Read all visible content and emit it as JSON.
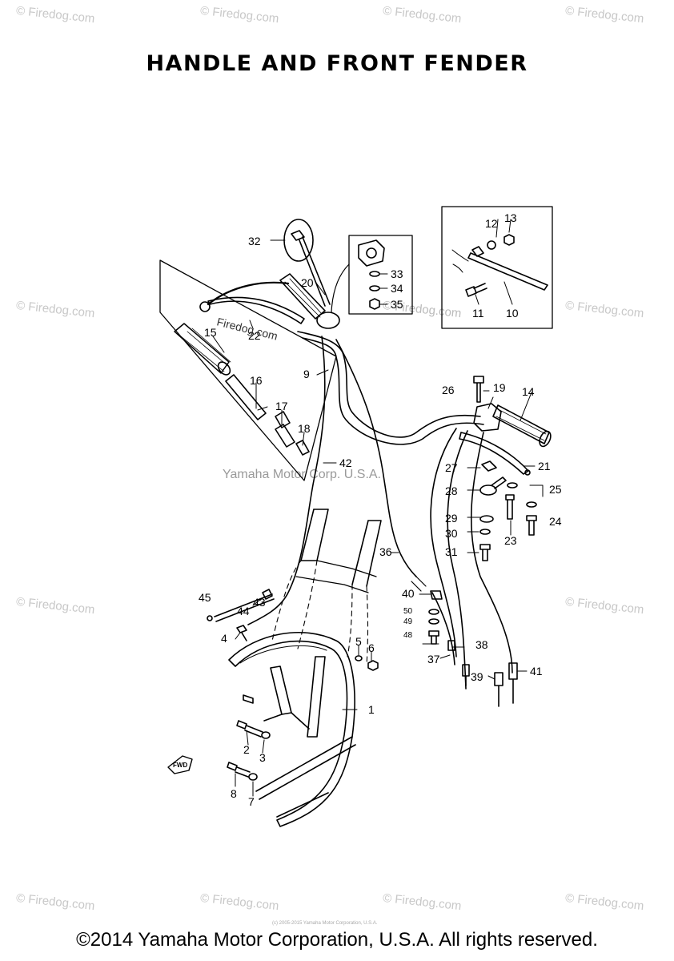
{
  "title": "HANDLE AND FRONT FENDER",
  "watermark_center": "Yamaha Motor Corp. U.S.A.",
  "watermark_repeat": "© Firedog.com",
  "inline_watermark": "Firedog.com",
  "copyright": "©2014 Yamaha Motor Corporation, U.S.A. All rights reserved.",
  "fine_print": "(c) 2005-2015 Yamaha Motor Corporation, U.S.A.",
  "callouts": {
    "c1": "1",
    "c2": "2",
    "c3": "3",
    "c4": "4",
    "c5": "5",
    "c6": "6",
    "c7": "7",
    "c8": "8",
    "c9": "9",
    "c10": "10",
    "c11": "11",
    "c12": "12",
    "c13": "13",
    "c14": "14",
    "c15": "15",
    "c16": "16",
    "c17": "17",
    "c18": "18",
    "c19": "19",
    "c20": "20",
    "c21": "21",
    "c22": "22",
    "c23": "23",
    "c24": "24",
    "c25": "25",
    "c26": "26",
    "c27": "27",
    "c28": "28",
    "c29": "29",
    "c30": "30",
    "c31": "31",
    "c32": "32",
    "c33": "33",
    "c34": "34",
    "c35": "35",
    "c36": "36",
    "c37": "37",
    "c38": "38",
    "c39": "39",
    "c40": "40",
    "c41": "41",
    "c42": "42",
    "c43": "43",
    "c44": "44",
    "c45": "45",
    "c48": "48",
    "c49": "49",
    "c50": "50"
  },
  "fwd_mark": "FWD"
}
